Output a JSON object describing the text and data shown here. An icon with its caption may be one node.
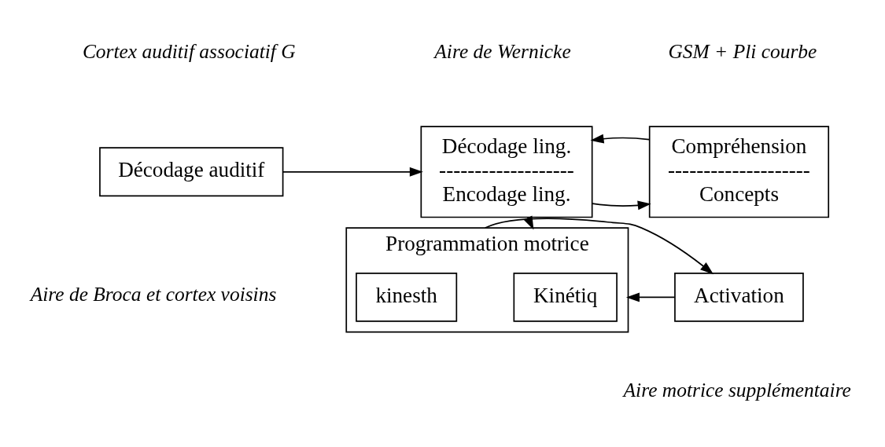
{
  "diagram": {
    "nodes": [
      {
        "text": [
          "Décodage auditif"
        ]
      },
      {
        "text": [
          "Décodage ling.",
          "-------------------",
          "Encodage ling."
        ]
      },
      {
        "text": [
          "Compréhension",
          "--------------------",
          "Concepts"
        ]
      },
      {
        "text": [
          "Programmation motrice"
        ]
      },
      {
        "text": [
          "Kinétiq"
        ],
        "in": 3
      },
      {
        "text": [
          "kinesth"
        ],
        "in": 3
      },
      {
        "text": [
          "Activation"
        ]
      }
    ],
    "edges": [
      {
        "from": 0,
        "to": 1,
        "arrow": "to"
      },
      {
        "from": 1,
        "to": 2,
        "arrow": "to"
      },
      {
        "from": 2,
        "to": 1,
        "arrow": "to"
      },
      {
        "from": 1,
        "to": 3,
        "arrow": "to"
      },
      {
        "from": 3,
        "to": 6,
        "arrow": "to"
      },
      {
        "from": 6,
        "to": 3,
        "arrow": "to"
      }
    ],
    "labels": [
      "Cortex auditif associatif G",
      "Aire de Wernicke",
      "GSM + Pli courbe",
      "Aire de Broca et cortex voisins",
      "Aire motrice supplémentaire"
    ]
  }
}
